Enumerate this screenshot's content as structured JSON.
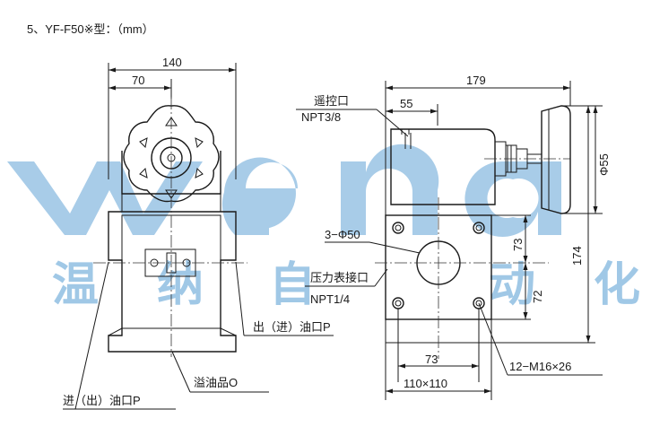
{
  "heading": "5、YF-F50※型：（mm）",
  "watermark": {
    "latin": "wena",
    "cjk": [
      "温",
      "纳",
      "自",
      "动",
      "化"
    ],
    "color": "#2f86c9"
  },
  "front_view": {
    "dim_overall_width": "140",
    "dim_half_width": "70",
    "label_outlet": "出（进）油口P",
    "label_inlet": "进（出）油口P",
    "label_overflow": "溢油品O"
  },
  "side_view": {
    "dim_overall_width": "179",
    "dim_offset": "55",
    "remote_port_label": "遥控口",
    "remote_port_thread": "NPT3/8",
    "holes_label": "3−Φ50",
    "gauge_port_label": "压力表接口",
    "gauge_port_thread": "NPT1/4",
    "dim_diameter": "Φ55",
    "dim_height": "174",
    "dim_upper": "73",
    "dim_lower": "72",
    "dim_hole_spacing": "73",
    "dim_base": "110×110",
    "bolts_label": "12−M16×26"
  }
}
